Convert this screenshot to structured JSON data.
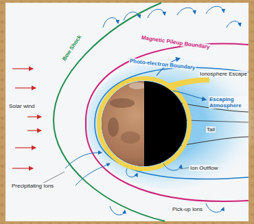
{
  "diagram": {
    "labels": [
      "Solar wind",
      "Bow Shock",
      "Magnetic Pileup Boundary",
      "Photo-electron Boundary",
      "Ionosphere Escape",
      "Escaping Atmosphere",
      "Tail",
      "Ion Outflow",
      "Precipitating Ions",
      "Pick-up Ions"
    ]
  }
}
